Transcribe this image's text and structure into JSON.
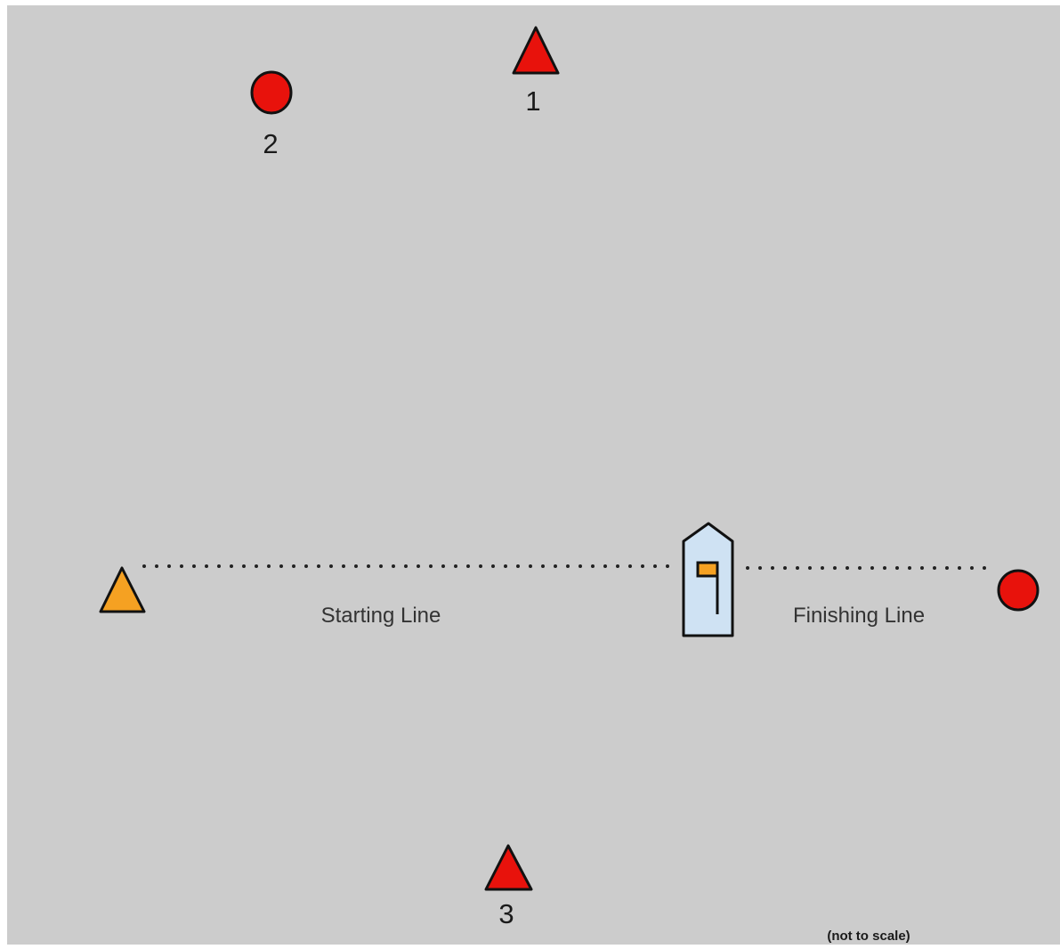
{
  "course": {
    "marks": [
      {
        "id": "1",
        "label": "1",
        "shape": "triangle",
        "color": "#e8120c"
      },
      {
        "id": "2",
        "label": "2",
        "shape": "circle",
        "color": "#e8120c"
      },
      {
        "id": "3",
        "label": "3",
        "shape": "triangle",
        "color": "#e8120c"
      }
    ],
    "pin_start": {
      "shape": "triangle",
      "color": "#f5a122"
    },
    "pin_finish": {
      "shape": "circle",
      "color": "#e8120c"
    },
    "committee_boat": {
      "hull_color": "#cfe2f3",
      "flag_color": "#f5a122"
    },
    "starting_line_label": "Starting Line",
    "finishing_line_label": "Finishing Line",
    "scale_note": "(not to scale)"
  },
  "colors": {
    "background": "#cccccc",
    "outline": "#111111",
    "dotted_line": "#222222"
  }
}
